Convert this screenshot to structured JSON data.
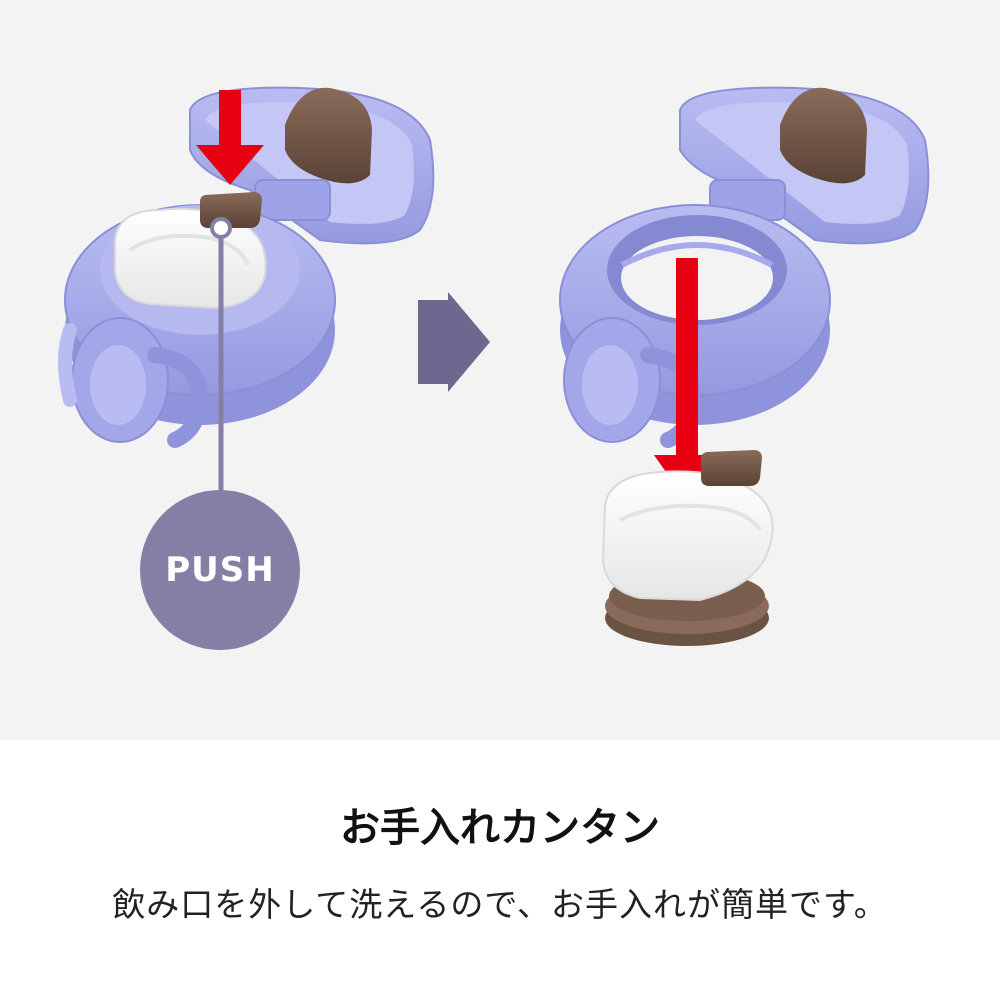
{
  "badge": {
    "label": "PUSH"
  },
  "caption": {
    "headline": "お手入れカンタン",
    "description": "飲み口を外して洗えるので、お手入れが簡単です。"
  },
  "colors": {
    "background": "#f3f3f3",
    "cap_body": "#a9adeb",
    "cap_shadow": "#8a8fd6",
    "lever": "#6b5344",
    "spout": "#fbfbfb",
    "arrow_red": "#e60012",
    "step_arrow": "#6e6891",
    "badge": "#857fa6"
  },
  "icons": [
    "down-arrow-icon",
    "next-step-arrow-icon"
  ]
}
